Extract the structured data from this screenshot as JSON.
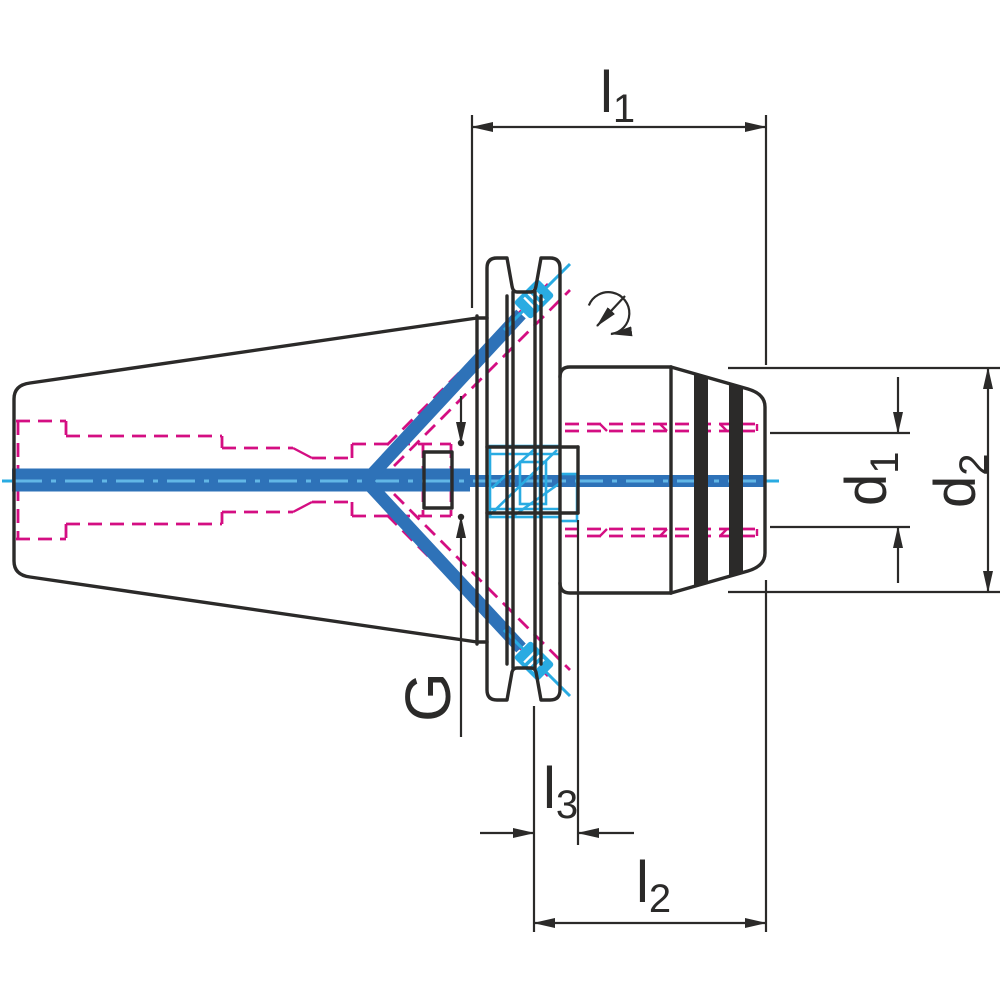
{
  "drawing": {
    "kind": "technical-drawing",
    "subject": "collet chuck tool holder with steep taper shank, cross-section with coolant channels",
    "labels": {
      "l1": {
        "base": "l",
        "sub": "1"
      },
      "l2": {
        "base": "l",
        "sub": "2"
      },
      "l3": {
        "base": "l",
        "sub": "3"
      },
      "d1": {
        "base": "d",
        "sub": "1"
      },
      "d2": {
        "base": "d",
        "sub": "2"
      },
      "g": {
        "base": "G",
        "sub": ""
      }
    },
    "icons": [
      "rotation-direction-icon",
      "coolant-nozzle-icon-upper",
      "coolant-nozzle-icon-lower"
    ],
    "colors": {
      "outline": "#2b2a29",
      "hidden_lines_magenta": "#d40e82",
      "coolant_dark_blue": "#2e72b8",
      "coolant_light_blue": "#29abe2",
      "centerline_dash_blue": "#62b7e6",
      "background": "#ffffff"
    }
  }
}
